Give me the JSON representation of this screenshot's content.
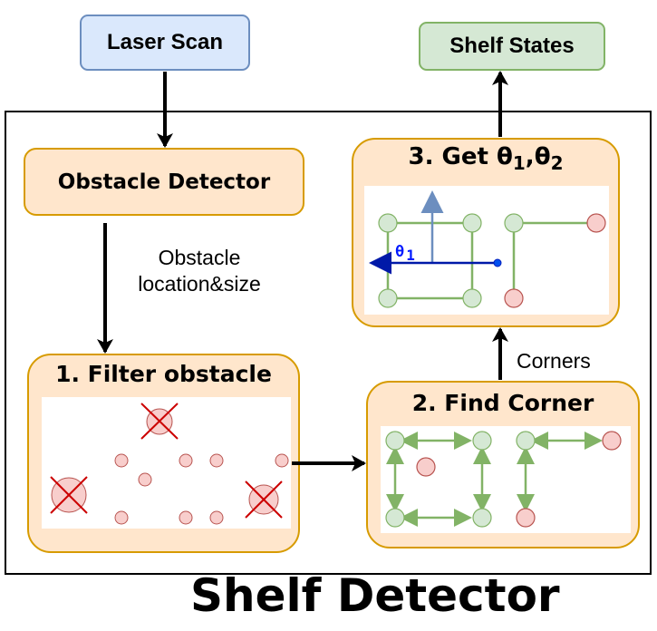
{
  "inputs": {
    "laser_scan": "Laser Scan"
  },
  "outputs": {
    "shelf_states": "Shelf States"
  },
  "system": {
    "title": "Shelf Detector"
  },
  "nodes": {
    "obstacle_detector": "Obstacle Detector",
    "filter_obstacle": "1. Filter obstacle",
    "find_corner": "2. Find Corner",
    "get_theta": {
      "prefix": "3. Get ",
      "symbol": "θ",
      "sub1": "1",
      "sep": ",",
      "sub2": "2"
    }
  },
  "edges": {
    "obstacle_label_line1": "Obstacle",
    "obstacle_label_line2": "location&size",
    "corners_label": "Corners"
  },
  "theta_annotation": {
    "symbol": "θ",
    "sub": "1"
  },
  "colors": {
    "input_fill": "#dae8fc",
    "input_stroke": "#6c8ebf",
    "output_fill": "#d5e8d4",
    "output_stroke": "#82b366",
    "stage_fill": "#ffe6cc",
    "stage_stroke": "#d79b00",
    "obstacle_fill": "#f8cecc",
    "obstacle_stroke": "#b85450",
    "corner_fill": "#d5e8d4",
    "corner_stroke": "#82b366",
    "reject_cross": "#cc0000",
    "axis_blue": "#0019a8",
    "axis_light": "#6c8ebf"
  }
}
